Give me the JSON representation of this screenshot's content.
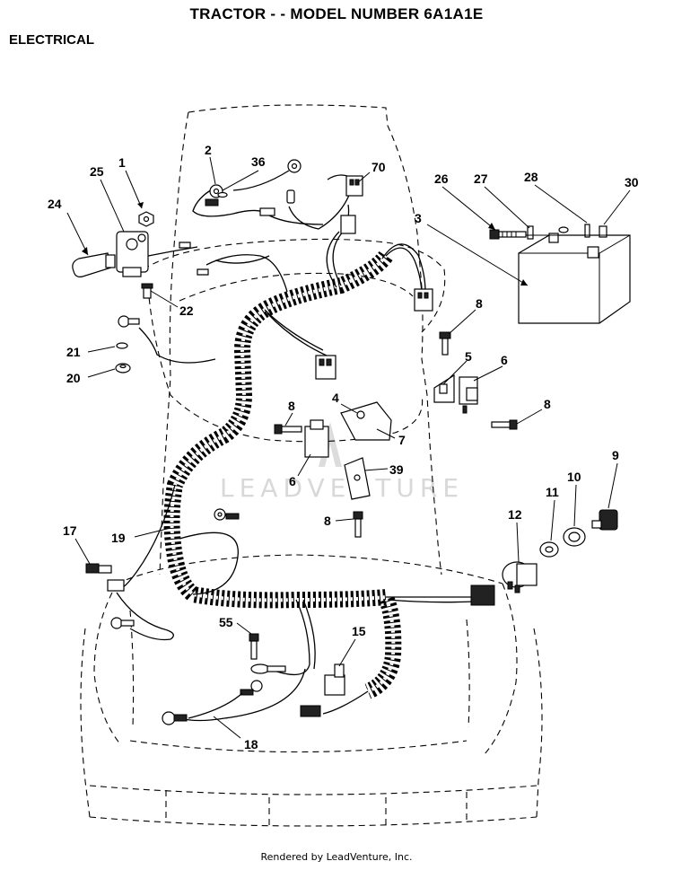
{
  "header": {
    "title": "TRACTOR - - MODEL NUMBER 6A1A1E",
    "section": "ELECTRICAL"
  },
  "watermark": "LEADVENTURE",
  "footer": "Rendered by LeadVenture, Inc.",
  "callouts": [
    "1",
    "25",
    "24",
    "2",
    "36",
    "70",
    "26",
    "27",
    "28",
    "30",
    "3",
    "22",
    "21",
    "20",
    "8",
    "5",
    "6",
    "8",
    "4",
    "7",
    "8",
    "6",
    "39",
    "9",
    "10",
    "11",
    "12",
    "8",
    "17",
    "19",
    "55",
    "15",
    "18"
  ]
}
